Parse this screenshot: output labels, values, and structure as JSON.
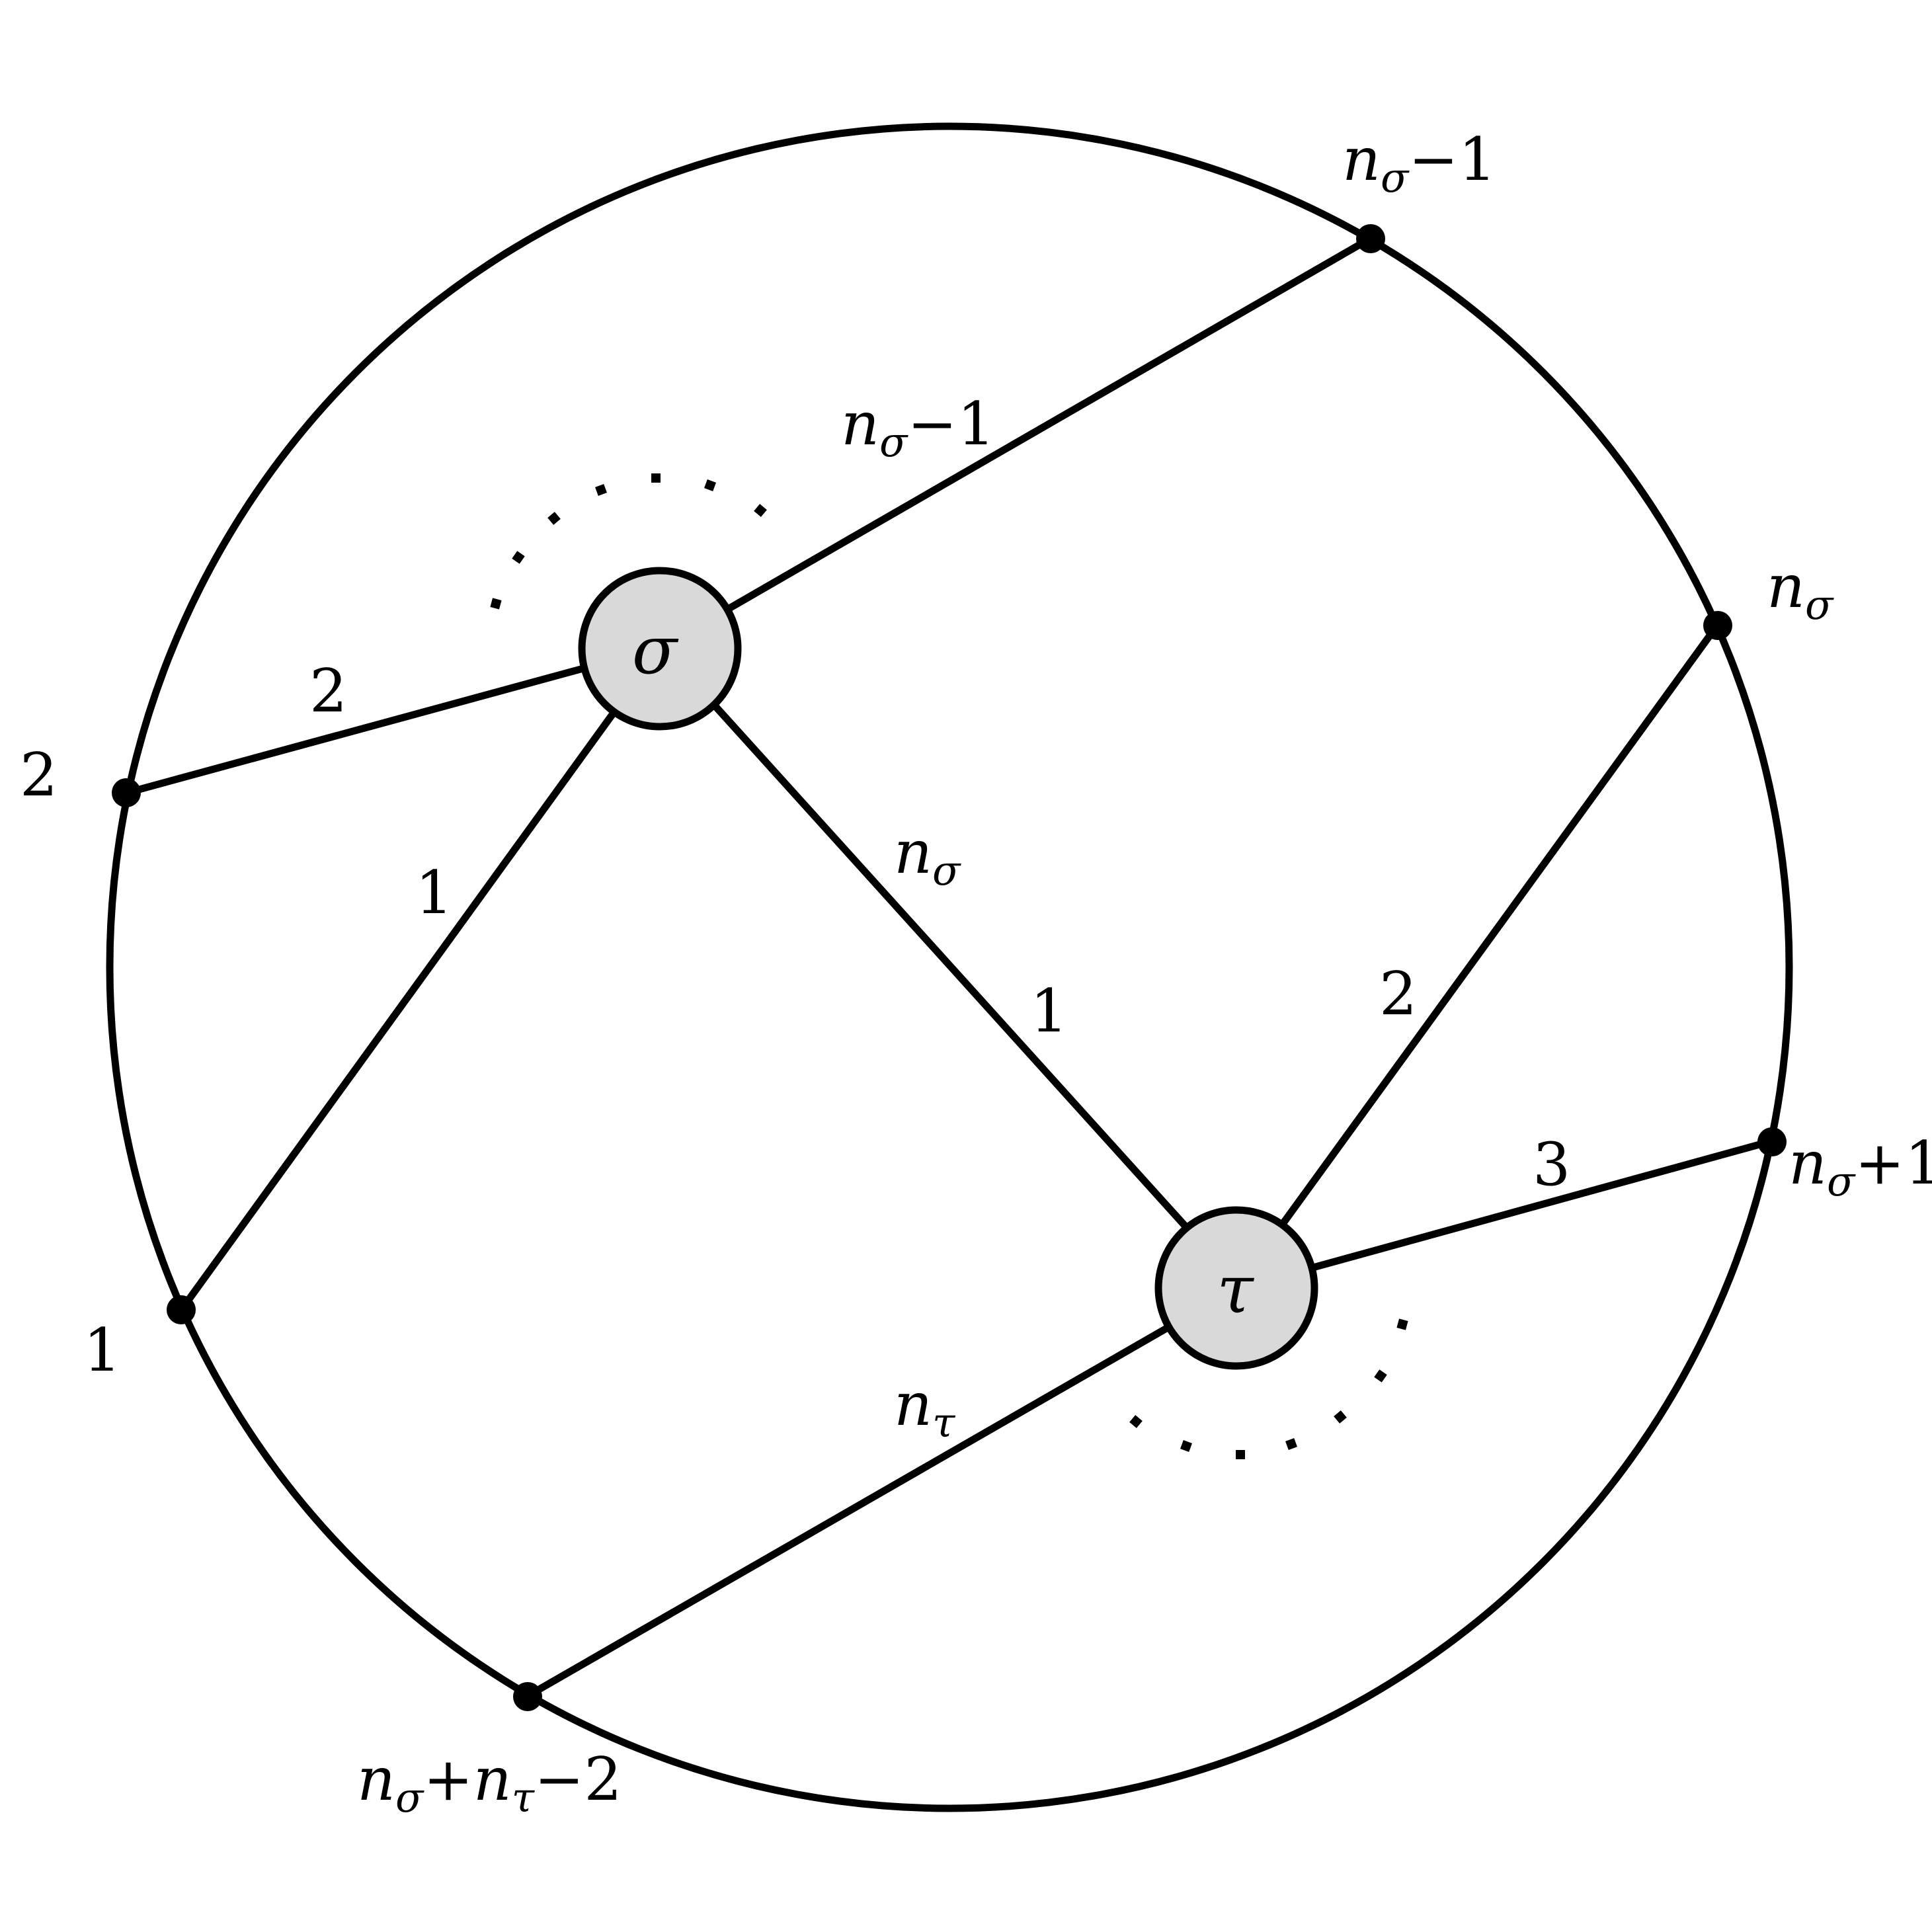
{
  "colors": {
    "stroke": "#000000",
    "node_fill": "#d9d9d9",
    "background": "#ffffff"
  },
  "nodes": {
    "sigma": {
      "label": "σ"
    },
    "tau": {
      "label": "τ"
    }
  },
  "labels": {
    "boundary_1": {
      "main": "1"
    },
    "boundary_2": {
      "main": "2"
    },
    "boundary_n_sigma_minus_1": {
      "n": "n",
      "sub": "σ",
      "rest": "−1"
    },
    "boundary_n_sigma": {
      "n": "n",
      "sub": "σ"
    },
    "boundary_n_sigma_plus_1": {
      "n": "n",
      "sub": "σ",
      "rest": "+1"
    },
    "boundary_n_sigma_plus_n_tau_minus_2": {
      "n1": "n",
      "sub1": "σ",
      "plus": "+",
      "n2": "n",
      "sub2": "τ",
      "rest": "−2"
    },
    "edge_sigma_1": {
      "main": "1"
    },
    "edge_sigma_2": {
      "main": "2"
    },
    "edge_sigma_n_sigma_minus_1": {
      "n": "n",
      "sub": "σ",
      "rest": "−1"
    },
    "edge_sigma_n_sigma": {
      "n": "n",
      "sub": "σ"
    },
    "edge_tau_1": {
      "main": "1"
    },
    "edge_tau_2": {
      "main": "2"
    },
    "edge_tau_3": {
      "main": "3"
    },
    "edge_tau_n_tau": {
      "n": "n",
      "sub": "τ"
    }
  }
}
